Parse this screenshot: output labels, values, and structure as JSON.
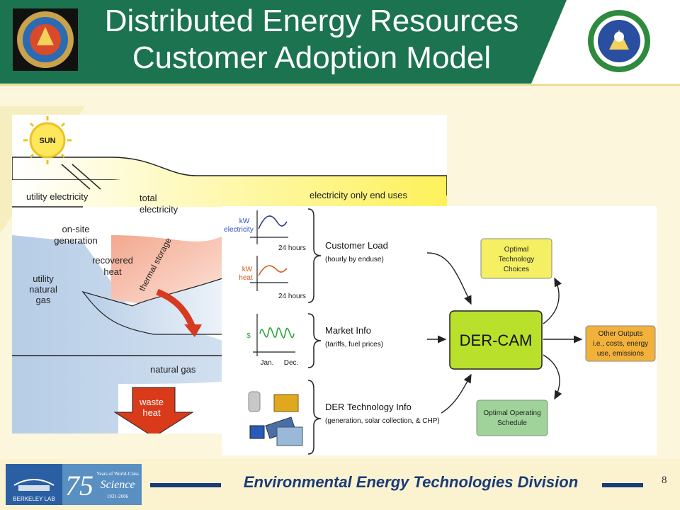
{
  "slide": {
    "title_line1": "Distributed Energy Resources",
    "title_line2": "Customer Adoption Model",
    "footer_title": "Environmental Energy Technologies Division",
    "slide_number": "8",
    "colors": {
      "header_green": "#1b7350",
      "footer_navy": "#1a3a7a",
      "background": "#fbf6dc"
    }
  },
  "logos": {
    "left": {
      "icon": "california-energy-commission-seal-icon"
    },
    "right": {
      "icon": "department-of-energy-seal-icon"
    },
    "footer": {
      "icon": "berkeley-lab-75-years-icon",
      "years": "75",
      "line1": "Years of World-Class",
      "line2": "Science",
      "dates": "1931-2006",
      "lab": "BERKELEY LAB"
    }
  },
  "sankey": {
    "sun": "SUN",
    "utility_electricity": "utility electricity",
    "total_electricity_1": "total",
    "total_electricity_2": "electricity",
    "electricity_end_uses": "electricity only end uses",
    "onsite_1": "on-site",
    "onsite_2": "generation",
    "recovered_1": "recovered",
    "recovered_2": "heat",
    "thermal_storage": "thermal storage",
    "utility_gas_1": "utility",
    "utility_gas_2": "natural",
    "utility_gas_3": "gas",
    "natural_gas": "natural gas",
    "waste_1": "waste",
    "waste_2": "heat"
  },
  "dercam": {
    "graph1_y1": "kW",
    "graph1_y2": "electricity",
    "graph1_x": "24 hours",
    "graph2_y1": "kW",
    "graph2_y2": "heat",
    "graph2_x": "24 hours",
    "graph3_y": "$",
    "graph3_x1": "Jan.",
    "graph3_x2": "Dec.",
    "customer_load": "Customer Load",
    "customer_load_sub": "(hourly by enduse)",
    "market_info": "Market Info",
    "market_info_sub": "(tariffs, fuel prices)",
    "der_info": "DER Technology Info",
    "der_info_sub": "(generation, solar collection, & CHP)",
    "center": "DER-CAM",
    "opt_tech_1": "Optimal",
    "opt_tech_2": "Technology",
    "opt_tech_3": "Choices",
    "other_1": "Other Outputs",
    "other_2": "i.e., costs, energy",
    "other_3": "use, emissions",
    "opt_sched_1": "Optimal Operating",
    "opt_sched_2": "Schedule"
  }
}
